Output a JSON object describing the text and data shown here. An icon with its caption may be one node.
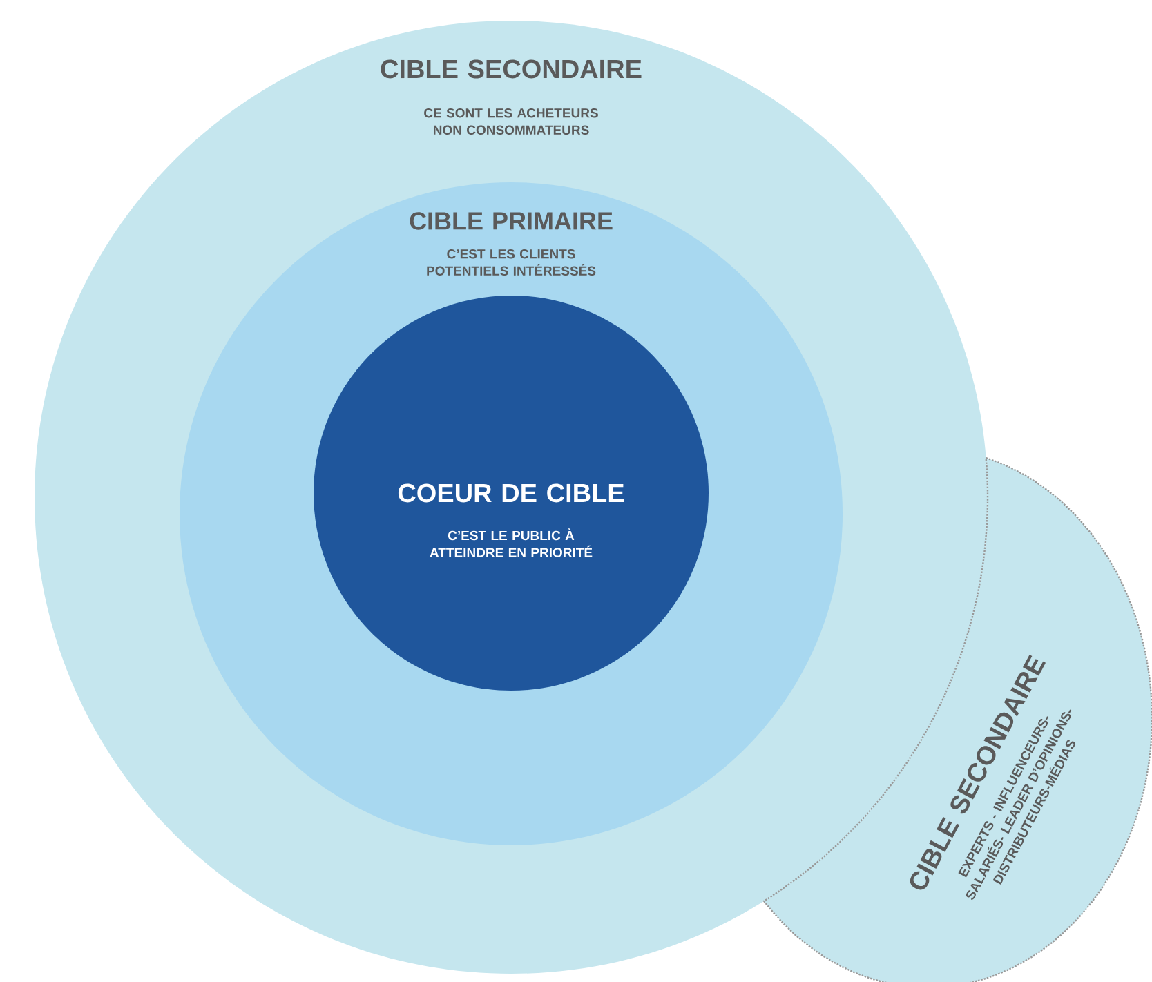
{
  "diagram": {
    "nodes": [
      {
        "text": [
          "CIBLE SECONDAIRE",
          "CE SONT LES ACHETEURS NON CONSOMMATEURS"
        ]
      },
      {
        "text": [
          "CIBLE PRIMAIRE",
          "C’EST LES CLIENTS POTENTIELS INTÉRESSÉS"
        ],
        "in": 0
      },
      {
        "text": [
          "COEUR DE CIBLE",
          "C’EST LE PUBLIC À ATTEINDRE EN PRIORITÉ"
        ],
        "in": 1
      },
      {
        "text": [
          "CIBLE SECONDAIRE",
          "EXPERTS - INFLUENCEURS- SALARIÉS- LEADER D’OPINIONS- DISTRIBUTEURS-MÉDIAS"
        ]
      }
    ]
  }
}
